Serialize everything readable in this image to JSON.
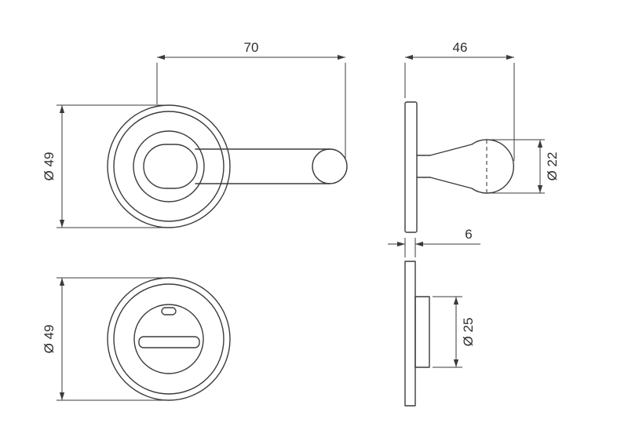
{
  "drawing": {
    "background": "#ffffff",
    "line_color": "#3b3b3b",
    "text_color": "#2e2e2e",
    "views": {
      "lever_front": {
        "width_dim": "70",
        "rose_dia_dim": "Ø 49"
      },
      "lever_side": {
        "depth_dim": "46",
        "knob_dia_dim": "Ø 22"
      },
      "turn_front": {
        "rose_dia_dim": "Ø 49"
      },
      "turn_side": {
        "thickness_dim": "6",
        "boss_dia_dim": "Ø 25"
      }
    }
  }
}
